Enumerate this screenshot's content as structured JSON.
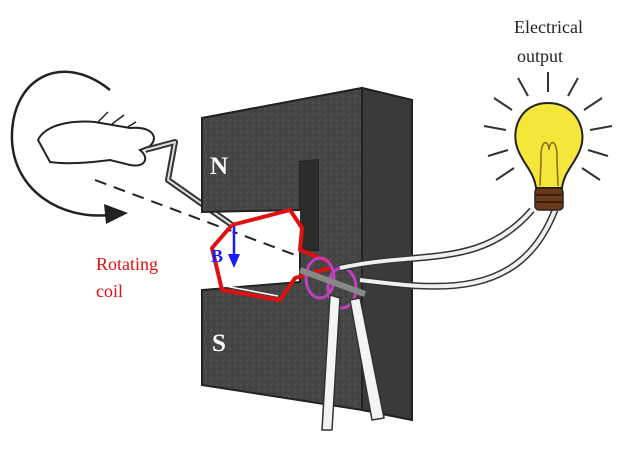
{
  "labels": {
    "north_pole": "N",
    "south_pole": "S",
    "field": "B",
    "rotating_coil_line1": "Rotating",
    "rotating_coil_line2": "coil",
    "output_line1": "Electrical",
    "output_line2": "output"
  },
  "colors": {
    "magnet": "#4a4a4a",
    "coil": "#e01010",
    "field_arrow": "#1a1aff",
    "slip_rings": "#c040c0",
    "bulb_glass": "#f5e63a",
    "bulb_base": "#6b3a1a",
    "background": "#ffffff"
  },
  "icons": {
    "hand": "hand-cranking-icon",
    "rotation": "rotation-arrow-icon",
    "bulb": "light-bulb-icon"
  }
}
